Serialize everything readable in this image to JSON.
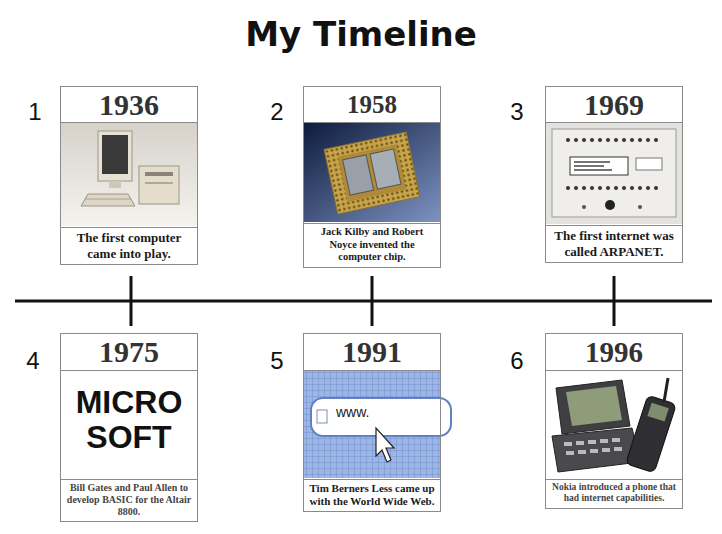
{
  "diagram": {
    "title": "My Timeline",
    "nodes": [
      {
        "text": [
          "1936",
          "The first computer came into play."
        ]
      },
      {
        "text": [
          "1958",
          "Jack Kilby and Robert Noyce invented the computer chip."
        ]
      },
      {
        "text": [
          "1969",
          "The first internet was called ARPANET."
        ]
      },
      {
        "text": [
          "1975",
          "MICRO SOFT",
          "Bill Gates and Paul Allen to develop BASIC for the Altair 8800."
        ]
      },
      {
        "text": [
          "1991",
          "www.",
          "Tim Berners Less came up with the World Wide Web."
        ]
      },
      {
        "text": [
          "1996",
          "Nokia introduced a phone that had internet capabilities."
        ]
      }
    ],
    "labels": [
      "1",
      "2",
      "3",
      "4",
      "5",
      "6"
    ]
  }
}
